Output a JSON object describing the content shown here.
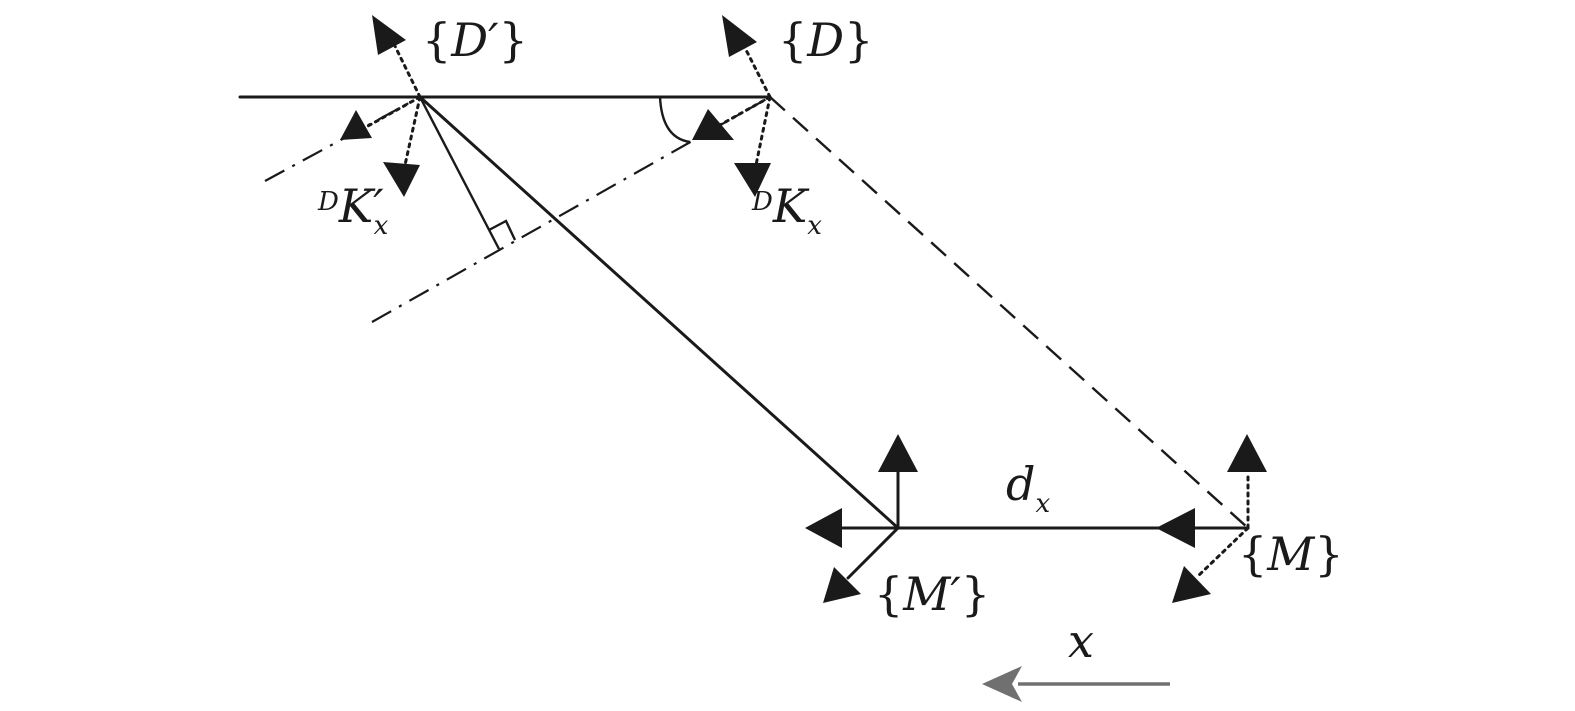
{
  "diagram": {
    "frames": {
      "d_prime": {
        "label_open": "{",
        "label_main": "D′",
        "label_close": "}"
      },
      "d": {
        "label_open": "{",
        "label_main": "D",
        "label_close": "}"
      },
      "m_prime": {
        "label_open": "{",
        "label_main": "M′",
        "label_close": "}"
      },
      "m": {
        "label_open": "{",
        "label_main": "M",
        "label_close": "}"
      }
    },
    "vectors": {
      "k_prime": {
        "sup": "D",
        "main": "K′",
        "sub": "x"
      },
      "k": {
        "sup": "D",
        "main": "K",
        "sub": "x"
      }
    },
    "distance": {
      "main": "d",
      "sub": "x"
    },
    "direction": {
      "label": "x"
    }
  }
}
